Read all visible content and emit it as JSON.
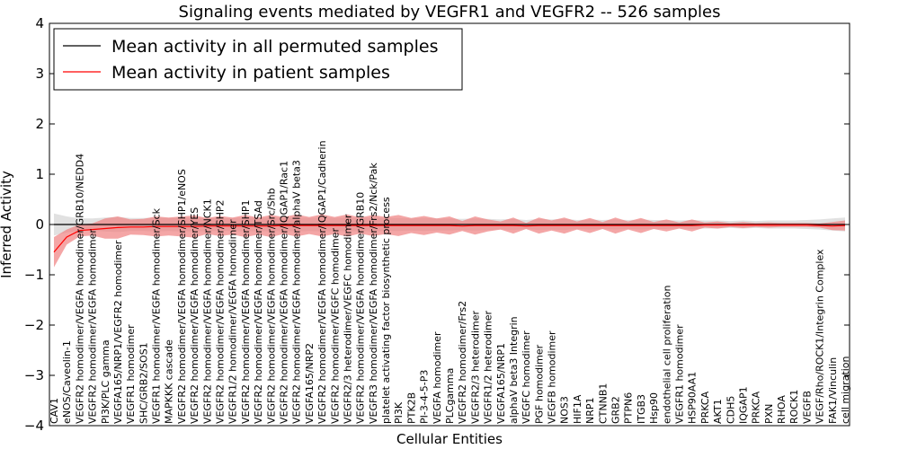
{
  "chart_data": {
    "type": "line",
    "title": "Signaling events mediated by VEGFR1 and VEGFR2 -- 526 samples",
    "xlabel": "Cellular Entities",
    "ylabel": "Inferred Activity",
    "ylim": [
      -4,
      4
    ],
    "yticks": [
      -4,
      -3,
      -2,
      -1,
      0,
      1,
      2,
      3,
      4
    ],
    "grid": false,
    "legend_position": "top-left",
    "colors": {
      "permuted": "#000000",
      "patient": "#ff0000",
      "patient_band": "#f08080",
      "permuted_band": "#c8c8c8"
    },
    "categories": [
      "CAV1",
      "eNOS/Caveolin-1",
      "VEGFR2 homodimer/VEGFA homodimer/GRB10/NEDD4",
      "VEGFR2 homodimer/VEGFA homodimer",
      "PI3K/PLC gamma",
      "VEGFA165/NRP1/VEGFR2 homodimer",
      "VEGFR1 homodimer",
      "SHC/GRB2/SOS1",
      "VEGFR1 homodimer/VEGFA homodimer/Sck",
      "MAPKKK cascade",
      "VEGFR2 homodimer/VEGFA homodimer/SHP1/eNOS",
      "VEGFR2 homodimer/VEGFA homodimer/YES",
      "VEGFR2 homodimer/VEGFA homodimer/NCK1",
      "VEGFR2 homodimer/VEGFA homodimer/SHP2",
      "VEGFR1/2 homodimer/VEGFA homodimer",
      "VEGFR2 homodimer/VEGFA homodimer/SHP1",
      "VEGFR2 homodimer/VEGFA homodimer/TSAd",
      "VEGFR2 homodimer/VEGFA homodimer/Src/Shb",
      "VEGFR2 homodimer/VEGFA homodimer/IQGAP1/Rac1",
      "VEGFR2 homodimer/VEGFA homodimer/alphaV beta3",
      "VEGFA165/NRP2",
      "VEGFR2 homodimer/VEGFA homodimer/IQGAP1/Cadherin",
      "VEGFR2 homodimer/VEGFC homodimer",
      "VEGFR2/3 heterodimer/VEGFC homodimer",
      "VEGFR2 homodimer/VEGFA homodimer/GRB10",
      "VEGFR3 homodimer/VEGFA homodimer/Frs2/Nck/Pak",
      "platelet activating factor biosynthetic process",
      "PI3K",
      "PTK2B",
      "PI-3-4-5-P3",
      "VEGFA homodimer",
      "PLCgamma",
      "VEGFR2 homodimer/Frs2",
      "VEGFR2/3 heterodimer",
      "VEGFR1/2 heterodimer",
      "VEGFA165/NRP1",
      "alphaV beta3 Integrin",
      "VEGFC homodimer",
      "PGF homodimer",
      "VEGFB homodimer",
      "NOS3",
      "HIF1A",
      "NRP1",
      "CTNNB1",
      "GRB2",
      "PTPN6",
      "ITGB3",
      "Hsp90",
      "endothelial cell proliferation",
      "VEGFR1 homodimer",
      "HSP90AA1",
      "PRKCA",
      "AKT1",
      "CDH5",
      "IQGAP1",
      "PRKCA",
      "PXN",
      "RHOA",
      "ROCK1",
      "VEGFB",
      "VEGF/Rho/ROCK1/Integrin Complex",
      "FAK1/Vinculin",
      "cell migration"
    ],
    "patient_mean": [
      -0.55,
      -0.25,
      -0.12,
      -0.1,
      -0.08,
      -0.06,
      -0.05,
      -0.05,
      -0.04,
      -0.04,
      -0.04,
      -0.04,
      -0.03,
      -0.03,
      -0.03,
      -0.03,
      -0.03,
      -0.03,
      -0.02,
      -0.02,
      -0.02,
      -0.02,
      -0.02,
      -0.02,
      -0.02,
      -0.02,
      -0.02,
      -0.02,
      -0.02,
      -0.02,
      -0.02,
      -0.02,
      -0.03,
      -0.02,
      -0.02,
      -0.02,
      -0.02,
      -0.03,
      -0.02,
      -0.02,
      -0.02,
      -0.02,
      -0.02,
      -0.02,
      -0.02,
      -0.02,
      -0.02,
      -0.02,
      -0.02,
      -0.02,
      -0.02,
      -0.01,
      -0.01,
      -0.01,
      -0.01,
      -0.01,
      -0.01,
      -0.01,
      -0.01,
      -0.01,
      -0.02,
      -0.03,
      -0.02
    ],
    "patient_band_half_width": [
      0.3,
      0.15,
      0.12,
      0.12,
      0.2,
      0.22,
      0.15,
      0.16,
      0.2,
      0.18,
      0.2,
      0.22,
      0.16,
      0.2,
      0.17,
      0.22,
      0.17,
      0.22,
      0.17,
      0.22,
      0.17,
      0.22,
      0.17,
      0.22,
      0.16,
      0.21,
      0.17,
      0.21,
      0.15,
      0.19,
      0.14,
      0.18,
      0.1,
      0.18,
      0.12,
      0.08,
      0.16,
      0.06,
      0.16,
      0.1,
      0.16,
      0.08,
      0.15,
      0.07,
      0.16,
      0.08,
      0.15,
      0.07,
      0.12,
      0.06,
      0.12,
      0.05,
      0.07,
      0.04,
      0.06,
      0.04,
      0.05,
      0.04,
      0.04,
      0.04,
      0.04,
      0.08,
      0.1
    ],
    "permuted_mean": [
      0.0,
      0.0,
      0.0,
      0.0,
      0.0,
      0.0,
      0.0,
      0.0,
      0.0,
      0.0,
      0.0,
      0.0,
      0.0,
      0.0,
      0.0,
      0.0,
      0.0,
      0.0,
      0.0,
      0.0,
      0.0,
      0.0,
      0.0,
      0.0,
      0.0,
      0.0,
      0.0,
      0.0,
      0.0,
      0.0,
      0.0,
      0.0,
      0.0,
      0.0,
      0.0,
      0.0,
      0.0,
      0.0,
      0.0,
      0.0,
      0.0,
      0.0,
      0.0,
      0.0,
      0.0,
      0.0,
      0.0,
      0.0,
      0.0,
      0.0,
      0.0,
      0.0,
      0.0,
      0.0,
      0.0,
      0.0,
      0.0,
      0.0,
      0.0,
      0.0,
      0.0,
      0.0,
      0.0
    ],
    "permuted_band_half_width": [
      0.22,
      0.16,
      0.12,
      0.12,
      0.14,
      0.15,
      0.13,
      0.13,
      0.14,
      0.13,
      0.14,
      0.14,
      0.13,
      0.13,
      0.13,
      0.14,
      0.13,
      0.14,
      0.13,
      0.14,
      0.13,
      0.14,
      0.13,
      0.14,
      0.13,
      0.14,
      0.13,
      0.13,
      0.12,
      0.13,
      0.12,
      0.12,
      0.11,
      0.12,
      0.11,
      0.1,
      0.11,
      0.09,
      0.11,
      0.1,
      0.11,
      0.09,
      0.1,
      0.09,
      0.1,
      0.09,
      0.1,
      0.09,
      0.09,
      0.08,
      0.09,
      0.08,
      0.08,
      0.07,
      0.08,
      0.07,
      0.08,
      0.08,
      0.08,
      0.09,
      0.1,
      0.12,
      0.14
    ],
    "series": [
      {
        "name": "Mean activity in all permuted samples",
        "color": "#000000"
      },
      {
        "name": "Mean activity in patient samples",
        "color": "#ff0000"
      }
    ]
  }
}
